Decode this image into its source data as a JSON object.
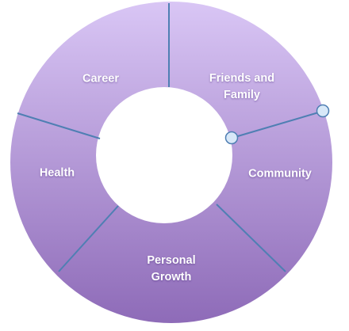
{
  "diagram": {
    "segments": [
      {
        "id": "career",
        "lines": [
          "Career"
        ]
      },
      {
        "id": "friends-family",
        "lines": [
          "Friends and",
          "Family"
        ]
      },
      {
        "id": "community",
        "lines": [
          "Community"
        ]
      },
      {
        "id": "personal-growth",
        "lines": [
          "Personal",
          "Growth"
        ]
      },
      {
        "id": "health",
        "lines": [
          "Health"
        ]
      }
    ],
    "colors": {
      "ring_top": "#d9c6f5",
      "ring_bottom": "#8e6bb8",
      "divider": "#4f7fb3",
      "handle_fill": "#d8e8f8",
      "handle_stroke": "#4f7fb3",
      "hole": "#ffffff"
    }
  }
}
